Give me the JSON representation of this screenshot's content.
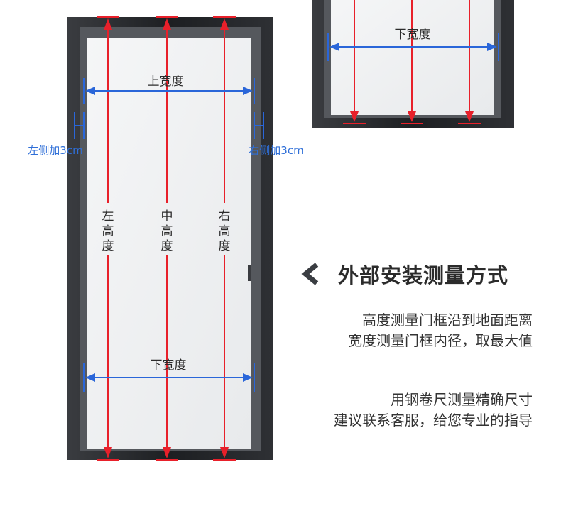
{
  "colors": {
    "frame": "#232528",
    "glass": "#f1f3f4",
    "red_arrow": "#e8202a",
    "blue_arrow": "#2a66d9",
    "label_text": "#2b2b2b",
    "side_text": "#2f6fd8"
  },
  "labels": {
    "top_width": "上宽度",
    "bottom_width": "下宽度",
    "inset_bottom_width": "下宽度",
    "left_add": "左侧加3cm",
    "right_add": "右侧加3cm",
    "left_height": [
      "左",
      "高",
      "度"
    ],
    "middle_height": [
      "中",
      "高",
      "度"
    ],
    "right_height": [
      "右",
      "高",
      "度"
    ]
  },
  "section": {
    "heading_icon": "chevron-left-icon",
    "heading": "外部安装测量方式",
    "note1": [
      "高度测量门框沿到地面距离",
      "宽度测量门框内径，取最大值"
    ],
    "note2": [
      "用钢卷尺测量精确尺寸",
      "建议联系客服，给您专业的指导"
    ]
  }
}
